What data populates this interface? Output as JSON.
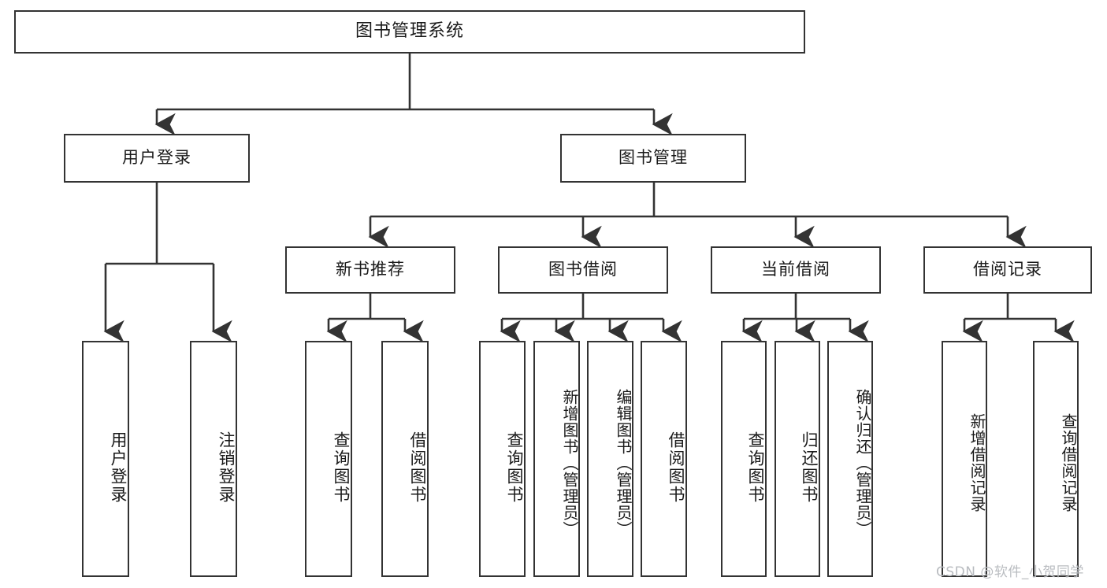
{
  "diagram": {
    "type": "tree",
    "title": "图书管理系统",
    "orientation": "top-down",
    "style": {
      "box_border_color": "#333333",
      "box_fill_color": "#ffffff",
      "line_color": "#333333",
      "text_color": "#1a1a1a",
      "background": "#ffffff"
    },
    "root": {
      "label": "图书管理系统"
    },
    "level2": [
      {
        "label": "用户登录"
      },
      {
        "label": "图书管理"
      }
    ],
    "level3": [
      {
        "label": "新书推荐"
      },
      {
        "label": "图书借阅"
      },
      {
        "label": "当前借阅"
      },
      {
        "label": "借阅记录"
      }
    ],
    "leaves": {
      "user_login": [
        {
          "label": "用户登录"
        },
        {
          "label": "注销登录"
        }
      ],
      "new_book_recommend": [
        {
          "label": "查询图书"
        },
        {
          "label": "借阅图书"
        }
      ],
      "book_borrow": [
        {
          "label": "查询图书"
        },
        {
          "label": "新增图书（管理员）"
        },
        {
          "label": "编辑图书（管理员）"
        },
        {
          "label": "借阅图书"
        }
      ],
      "current_borrow": [
        {
          "label": "查询图书"
        },
        {
          "label": "归还图书"
        },
        {
          "label": "确认归还（管理员）"
        }
      ],
      "borrow_record": [
        {
          "label": "新增借阅记录"
        },
        {
          "label": "查询借阅记录"
        }
      ]
    }
  },
  "watermark": {
    "text": "CSDN @软件_小贺同学"
  }
}
